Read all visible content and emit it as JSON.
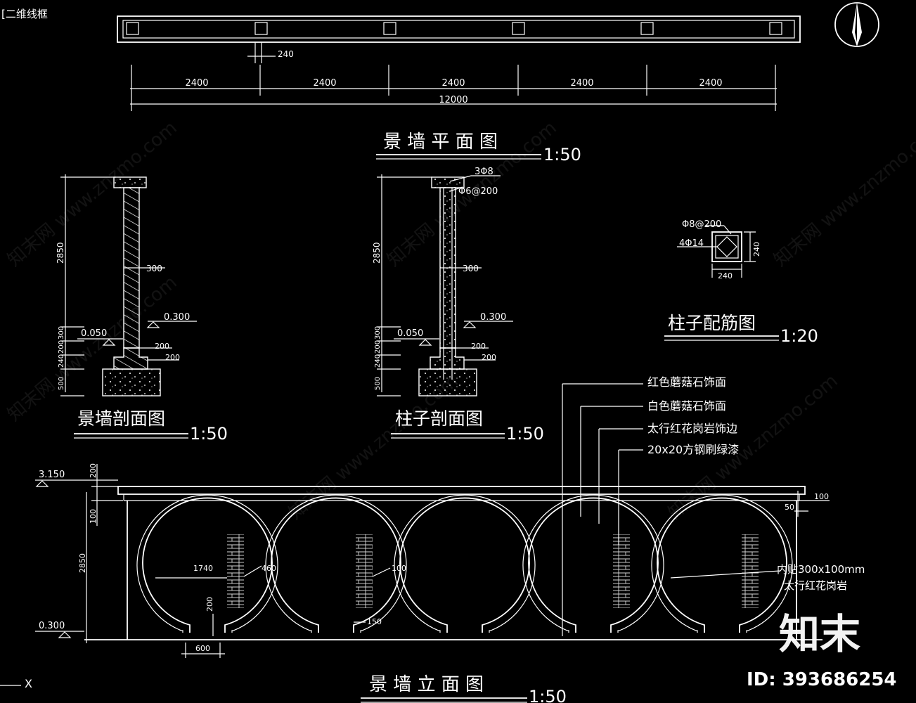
{
  "viewport_label": "[二维线框",
  "ucs_label": "X",
  "plan": {
    "title": "景 墙 平 面 图",
    "scale": "1:50",
    "post_dim": "240",
    "spans": [
      "2400",
      "2400",
      "2400",
      "2400",
      "2400"
    ],
    "total": "12000"
  },
  "wall_section": {
    "title": "景墙剖面图",
    "scale": "1:50",
    "height": "2850",
    "width": "300",
    "level_top": "0.300",
    "level_ground": "0.050",
    "step1": "200",
    "step2": "200",
    "left_dims": [
      "300",
      "200",
      "240",
      "500"
    ]
  },
  "column_section": {
    "title": "柱子剖面图",
    "scale": "1:50",
    "height": "2850",
    "rebar_main": "3Φ8",
    "rebar_stirrup": "Φ6@200",
    "width": "300",
    "level_top": "0.300",
    "level_ground": "0.050",
    "step1": "200",
    "step2": "200",
    "left_dims": [
      "300",
      "200",
      "240",
      "500"
    ]
  },
  "column_rebar": {
    "title": "柱子配筋图",
    "scale": "1:20",
    "stirrup": "Φ8@200",
    "main": "4Φ14",
    "width": "240",
    "depth": "240"
  },
  "elevation": {
    "title": "景 墙 立 面 图",
    "scale": "1:50",
    "level_top": "3.150",
    "level_bottom": "0.300",
    "dim_cap": "200",
    "dim_band": "100",
    "dim_height": "2850",
    "dim_right_a": "100",
    "dim_right_b": "50",
    "circle_dia": "1740",
    "border": "460",
    "ring": "100",
    "foot_h": "200",
    "foot_w": "600",
    "foot_edge": "150",
    "leaders": [
      "红色蘑菇石饰面",
      "白色蘑菇石饰面",
      "太行红花岗岩饰边",
      "20x20方钢刷绿漆"
    ],
    "note_line1": "内贴300x100mm",
    "note_line2": "太行红花岗岩"
  },
  "brand": {
    "logo_text": "知末",
    "id_text": "ID: 393686254",
    "watermark_text": "知末网 www.znzmo.com"
  }
}
